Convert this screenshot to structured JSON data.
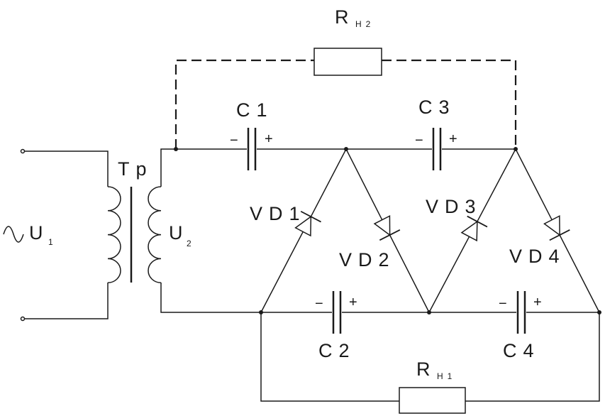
{
  "labels": {
    "rh2": {
      "main": "R",
      "sub": "H2"
    },
    "rh1": {
      "main": "R",
      "sub": "H1"
    },
    "c1": "C1",
    "c2": "C2",
    "c3": "C3",
    "c4": "C4",
    "vd1": "VD1",
    "vd2": "VD2",
    "vd3": "VD3",
    "vd4": "VD4",
    "tp": "Tp",
    "u1": {
      "main": "U",
      "sub": "1"
    },
    "u2": {
      "main": "U",
      "sub": "2"
    },
    "ac_symbol": "~",
    "minus": "−",
    "plus": "+"
  }
}
